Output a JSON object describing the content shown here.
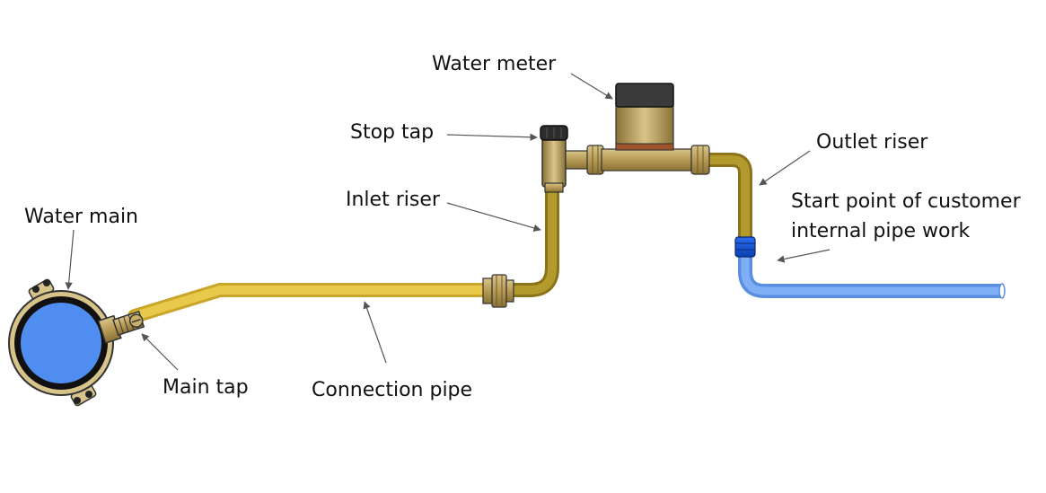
{
  "labels": {
    "water_meter": "Water meter",
    "stop_tap": "Stop tap",
    "outlet_riser": "Outlet riser",
    "inlet_riser": "Inlet riser",
    "start_point_line1": "Start point of customer",
    "start_point_line2": "internal pipe work",
    "water_main": "Water main",
    "main_tap": "Main tap",
    "connection_pipe": "Connection pipe"
  },
  "colors": {
    "connection_pipe": "#e3c03a",
    "riser_pipe": "#a88f1f",
    "customer_pipe": "#6fa3f0",
    "brass": "#b79a55",
    "water_main_fill": "#4f8ef0",
    "meter_head": "#3a3a3a",
    "label_text": "#111111",
    "arrow": "#555555"
  },
  "icons": {
    "water_main": "pipe-cross-section-icon",
    "main_tap": "ferrule-valve-icon",
    "stop_tap": "stop-valve-icon",
    "water_meter": "water-meter-icon",
    "coupling": "compression-fitting-icon"
  }
}
